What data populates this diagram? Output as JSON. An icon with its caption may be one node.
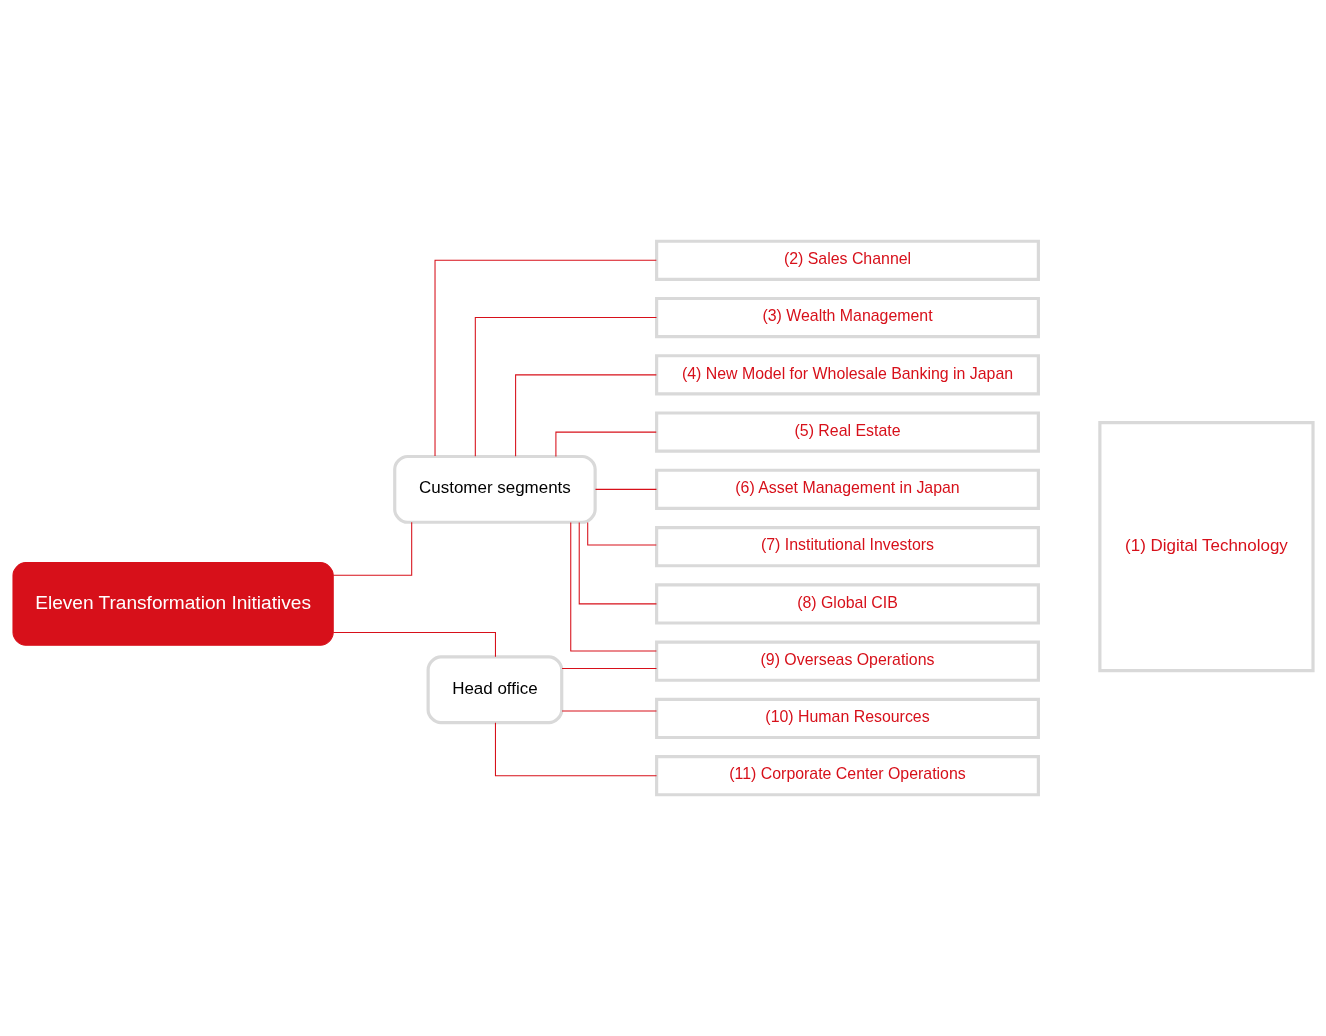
{
  "diagram": {
    "nodes": [
      {
        "text": [
          "Eleven Transformation Initiatives"
        ]
      },
      {
        "text": [
          "Customer segments"
        ]
      },
      {
        "text": [
          "Head office"
        ]
      },
      {
        "text": [
          "(2) Sales Channel"
        ]
      },
      {
        "text": [
          "(3) Wealth Management"
        ]
      },
      {
        "text": [
          "(4) New Model for Wholesale Banking in Japan"
        ]
      },
      {
        "text": [
          "(5) Real Estate"
        ]
      },
      {
        "text": [
          "(6) Asset Management in Japan"
        ]
      },
      {
        "text": [
          "(7) Institutional Investors"
        ]
      },
      {
        "text": [
          "(8) Global CIB"
        ]
      },
      {
        "text": [
          "(9) Overseas Operations"
        ]
      },
      {
        "text": [
          "(10) Human Resources"
        ]
      },
      {
        "text": [
          "(11) Corporate Center Operations"
        ]
      },
      {
        "text": [
          "(1) Digital Technology"
        ]
      }
    ],
    "edges": [
      {
        "from": 0,
        "to": 1,
        "arrow": "none"
      },
      {
        "from": 0,
        "to": 2,
        "arrow": "none"
      },
      {
        "from": 1,
        "to": 3,
        "arrow": "none"
      },
      {
        "from": 1,
        "to": 4,
        "arrow": "none"
      },
      {
        "from": 1,
        "to": 5,
        "arrow": "none"
      },
      {
        "from": 1,
        "to": 6,
        "arrow": "none"
      },
      {
        "from": 1,
        "to": 7,
        "arrow": "none"
      },
      {
        "from": 1,
        "to": 8,
        "arrow": "none"
      },
      {
        "from": 1,
        "to": 9,
        "arrow": "none"
      },
      {
        "from": 1,
        "to": 10,
        "arrow": "none"
      },
      {
        "from": 2,
        "to": 10,
        "arrow": "none"
      },
      {
        "from": 2,
        "to": 11,
        "arrow": "none"
      },
      {
        "from": 2,
        "to": 12,
        "arrow": "none"
      }
    ]
  }
}
